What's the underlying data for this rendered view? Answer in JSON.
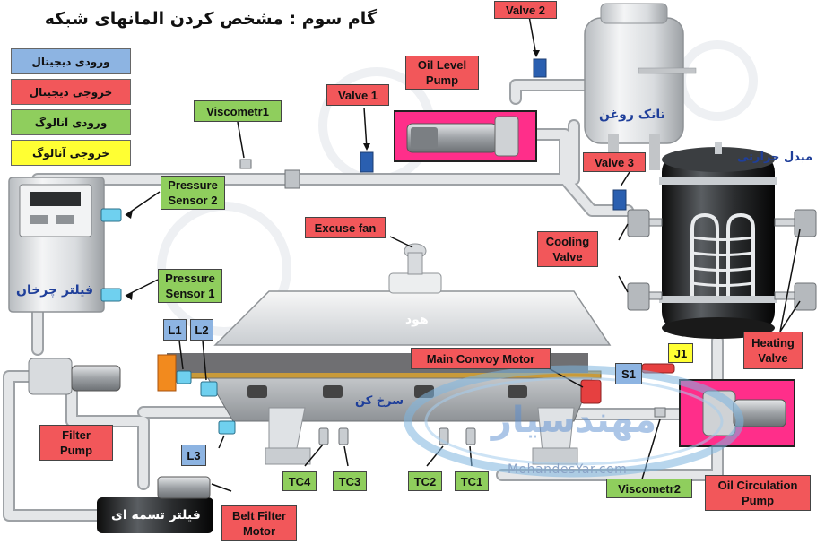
{
  "title": "گام سوم : مشخص کردن المانهای شبکه",
  "legend": [
    {
      "label": "ورودی دیجیتال",
      "color": "#8db4e2"
    },
    {
      "label": "خروجی دیجیتال",
      "color": "#f2575a"
    },
    {
      "label": "ورودی آنالوگ",
      "color": "#8fce5d"
    },
    {
      "label": "خروجی آنالوگ",
      "color": "#ffff33"
    }
  ],
  "tags": {
    "valve2": "Valve 2",
    "oil_level_pump": "Oil Level\nPump",
    "valve1": "Valve 1",
    "viscometr1": "Viscometr1",
    "valve3": "Valve 3",
    "pressure_sensor_2": "Pressure\nSensor 2",
    "excuse_fan": "Excuse fan",
    "cooling_valve": "Cooling\nValve",
    "pressure_sensor_1": "Pressure\nSensor 1",
    "l1": "L1",
    "l2": "L2",
    "main_convoy_motor": "Main Convoy Motor",
    "j1": "J1",
    "s1": "S1",
    "heating_valve": "Heating\nValve",
    "filter_pump": "Filter\nPump",
    "l3": "L3",
    "tc4": "TC4",
    "tc3": "TC3",
    "tc2": "TC2",
    "tc1": "TC1",
    "viscometr2": "Viscometr2",
    "oil_circulation_pump": "Oil Circulation\nPump",
    "belt_filter_motor": "Belt Filter\nMotor"
  },
  "equipment": {
    "oil_tank": "تانک روغن",
    "heat_exchanger": "مبدل حرارتی",
    "rotary_filter": "فیلتر چرخان",
    "hood": "هود",
    "fryer": "سرخ کن",
    "belt_filter": "فیلتر تسمه ای"
  },
  "watermark": {
    "logo_text": "مهندسیار",
    "url": "MohandesYar.com"
  },
  "colors": {
    "digital_output": "#f2575a",
    "digital_input": "#8db4e2",
    "analog_input": "#8fce5d",
    "analog_output": "#ffff33",
    "highlight_box": "#ff2e8a",
    "pipe": "#e4e6e8",
    "pipe_edge": "#9ea2a6",
    "label_text_fa": "#1f3f9a"
  }
}
